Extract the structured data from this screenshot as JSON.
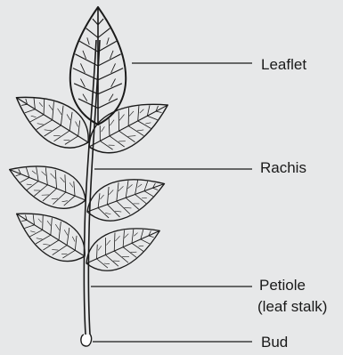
{
  "diagram": {
    "labels": {
      "leaflet": "Leaflet",
      "rachis": "Rachis",
      "petiole": "Petiole",
      "petiole_note": "(leaf stalk)",
      "bud": "Bud"
    },
    "colors": {
      "background": "#e7e8e9",
      "ink": "#1a1a1a"
    }
  }
}
